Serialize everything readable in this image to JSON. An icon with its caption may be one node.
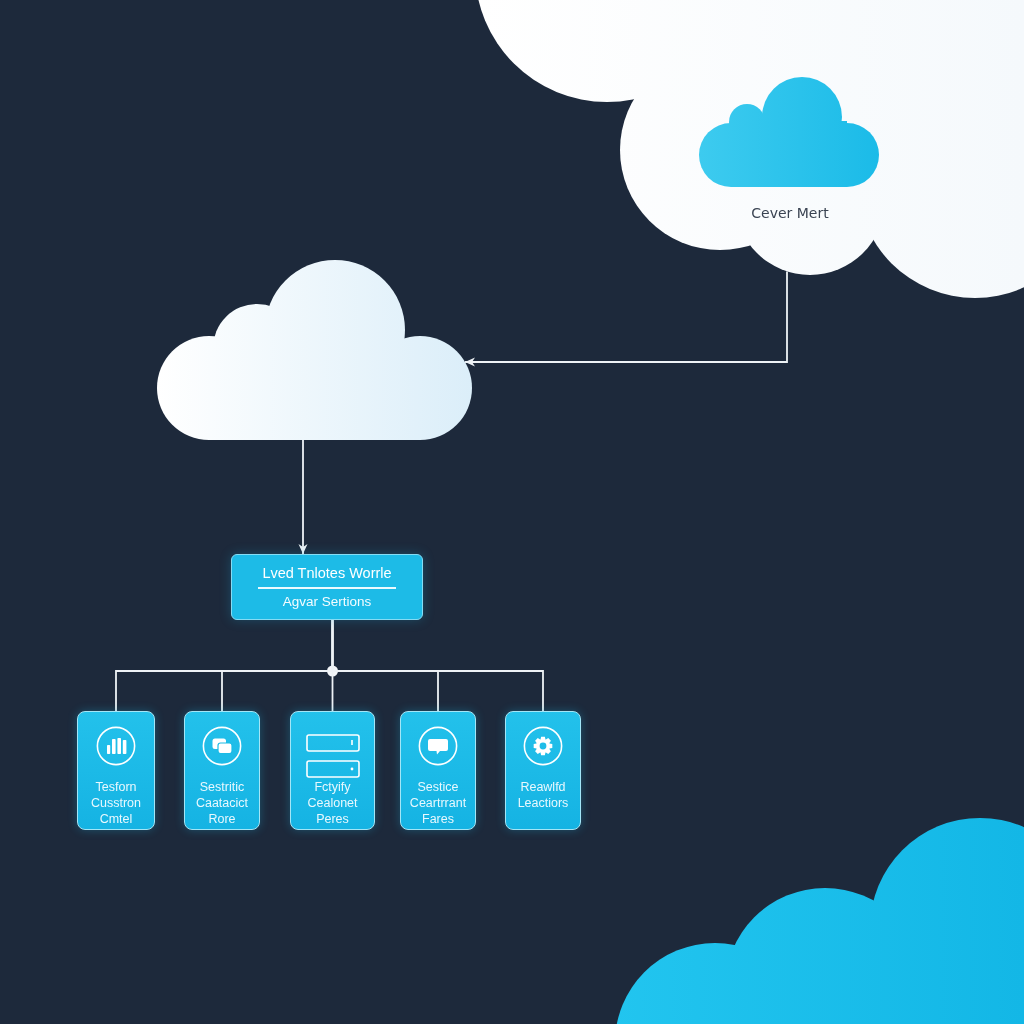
{
  "diagram": {
    "nodes": [
      {
        "text": [
          "Cever Mert"
        ]
      },
      {
        "text": [],
        "shape": "cloud"
      },
      {
        "text": [
          "Lved Tnlotes Worrle",
          "Agvar Sertions"
        ]
      },
      {
        "text": [
          "Tesforn Cusstron Cmtel"
        ]
      },
      {
        "text": [
          "Sestritic Caatacict Rore"
        ]
      },
      {
        "text": [
          "Fctyify Cealonet Peres"
        ]
      },
      {
        "text": [
          "Sestice Ceartrrant Fares"
        ]
      },
      {
        "text": [
          "Reawlfd Leactiors"
        ]
      },
      {
        "text": [],
        "shape": "cloud"
      }
    ],
    "edges": [
      {
        "from": 0,
        "to": 1,
        "arrow": "to"
      },
      {
        "from": 1,
        "to": 2,
        "arrow": "to"
      },
      {
        "from": 2,
        "to": 3,
        "arrow": "none"
      },
      {
        "from": 2,
        "to": 4,
        "arrow": "none"
      },
      {
        "from": 2,
        "to": 5,
        "arrow": "none"
      },
      {
        "from": 2,
        "to": 6,
        "arrow": "none"
      },
      {
        "from": 2,
        "to": 7,
        "arrow": "none"
      }
    ]
  }
}
